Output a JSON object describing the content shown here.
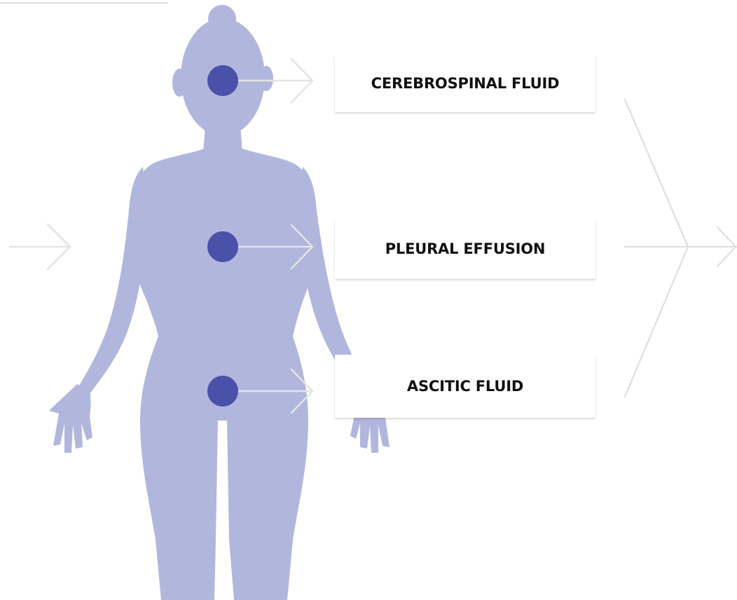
{
  "colors": {
    "silhouette": "#b1b6dd",
    "marker": "#4b50a8",
    "arrow": "#e4e4e4",
    "connector": "#dcdcdc",
    "label_text": "#111111"
  },
  "labels": {
    "csf": "CEREBROSPINAL FLUID",
    "pleural": "PLEURAL EFFUSION",
    "ascitic": "ASCITIC FLUID"
  },
  "icons": {
    "body": "human-body-silhouette",
    "marker": "sample-site-dot",
    "arrow": "right-arrow"
  }
}
